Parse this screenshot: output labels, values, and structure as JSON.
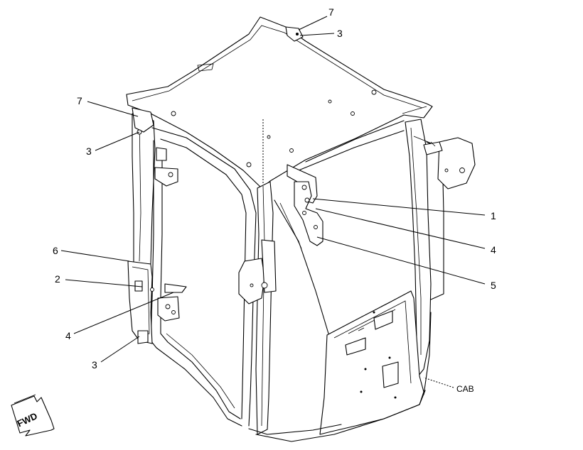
{
  "diagram": {
    "assembly_label": "CAB",
    "direction_label": "FWD",
    "callouts": [
      "7",
      "3",
      "7",
      "3",
      "6",
      "2",
      "4",
      "3",
      "1",
      "4",
      "5"
    ]
  }
}
